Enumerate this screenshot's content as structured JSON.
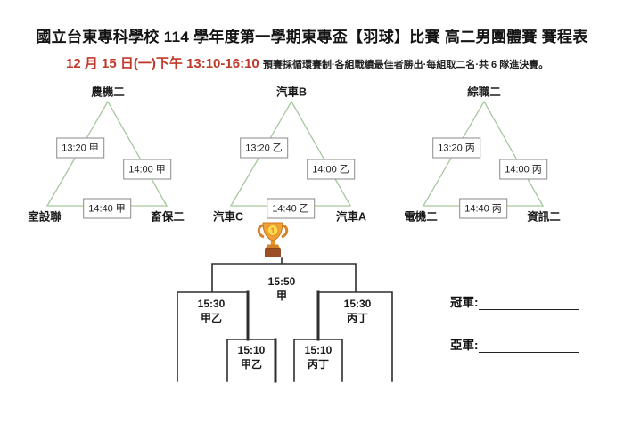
{
  "header": {
    "title": "國立台東專科學校 114 學年度第一學期東專盃【羽球】比賽 高二男團體賽 賽程表",
    "datetime": "12 月 15 日(一)下午 13:10-16:10",
    "note": "預賽採循環賽制·各組戰績最佳者勝出·每組取二名·共 6 隊進決賽。"
  },
  "colors": {
    "accent_red": "#c0392b",
    "triangle_green": "#a6c89e",
    "box_border": "#8a8a8a",
    "bracket_line": "#2e2e2e"
  },
  "groups": [
    {
      "top_team": "農機二",
      "left_team": "室設聯",
      "right_team": "畜保二",
      "matches": [
        "13:20 甲",
        "14:00 甲",
        "14:40 甲"
      ]
    },
    {
      "top_team": "汽車B",
      "left_team": "汽車C",
      "right_team": "汽車A",
      "matches": [
        "13:20 乙",
        "14:00 乙",
        "14:40 乙"
      ]
    },
    {
      "top_team": "綜職二",
      "left_team": "電機二",
      "right_team": "資訊二",
      "matches": [
        "13:20 丙",
        "14:00 丙",
        "14:40 丙"
      ]
    }
  ],
  "trophy": {
    "label": "1"
  },
  "bracket": {
    "final": {
      "time": "15:50",
      "court": "甲"
    },
    "semi_left": {
      "time": "15:30",
      "court": "甲乙"
    },
    "semi_right": {
      "time": "15:30",
      "court": "丙丁"
    },
    "quarter_left": {
      "time": "15:10",
      "court": "甲乙"
    },
    "quarter_right": {
      "time": "15:10",
      "court": "丙丁"
    }
  },
  "results": {
    "champion_label": "冠軍:",
    "runner_up_label": "亞軍:"
  }
}
